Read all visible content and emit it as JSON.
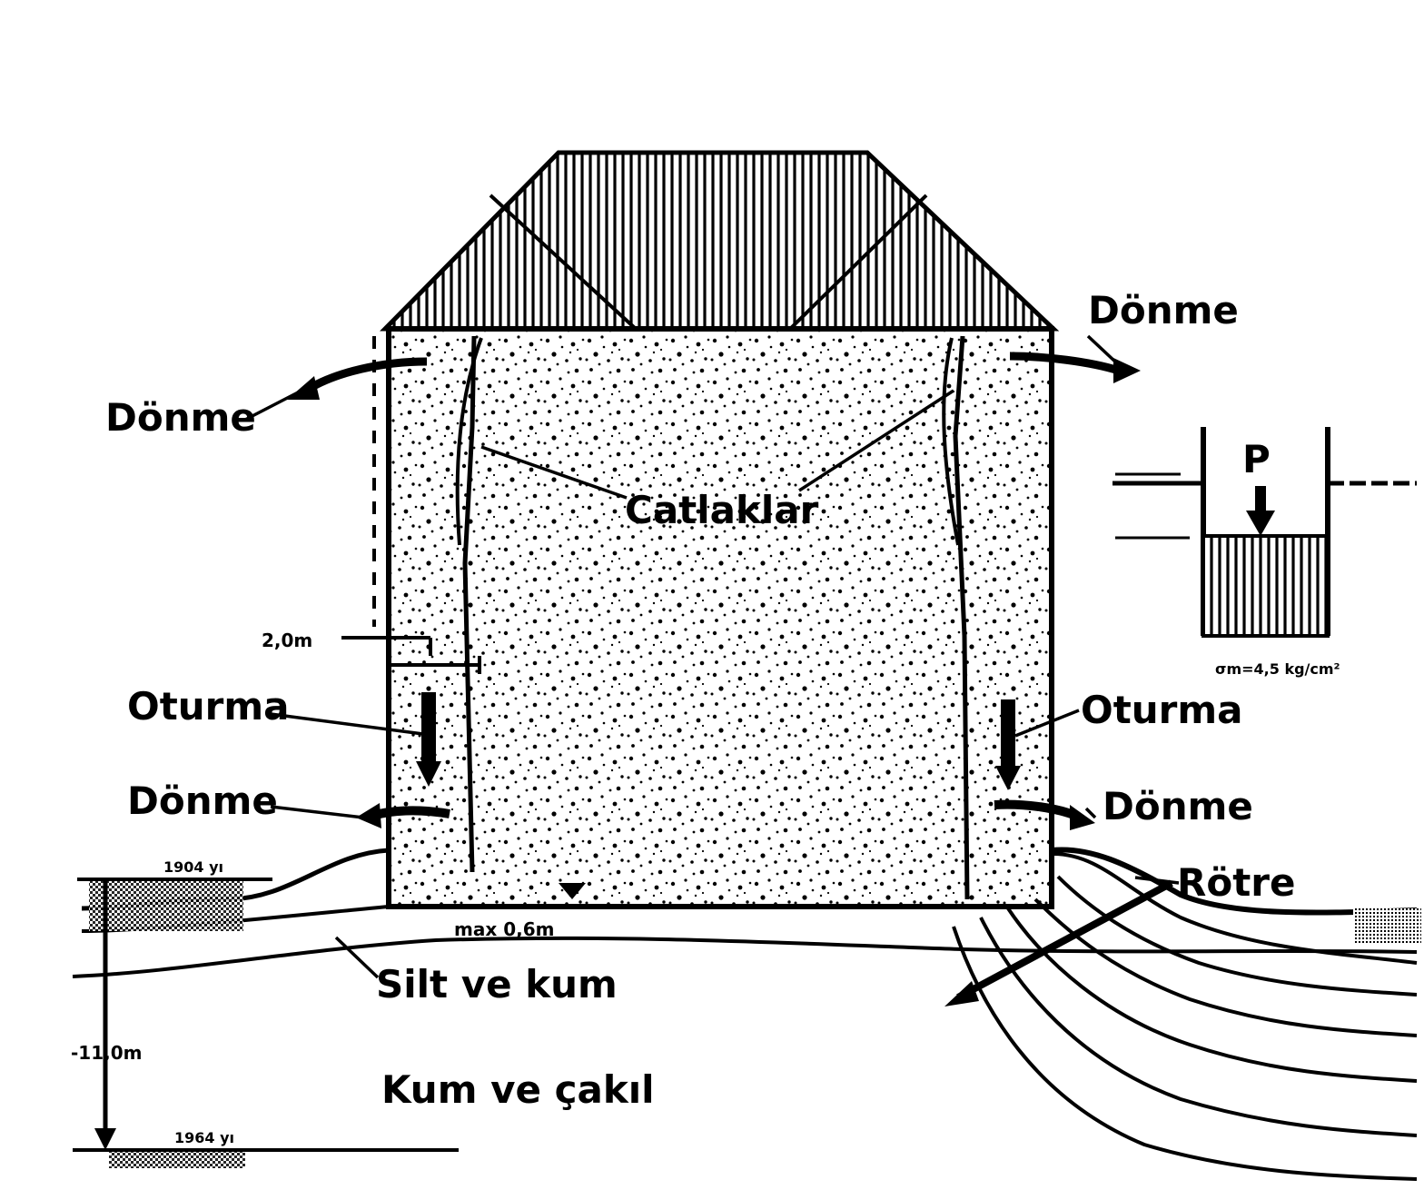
{
  "labels": {
    "donme_top_right": "Dönme",
    "donme_top_left": "Dönme",
    "catlaklar": "Catlaklar",
    "dim_2m": "2,0m",
    "oturma_left": "Oturma",
    "oturma_right": "Oturma",
    "donme_bottom_left": "Dönme",
    "donme_bottom_right": "Dönme",
    "rotre": "Rötre",
    "level_1904": "1904 yı",
    "max_depth": "max 0,6m",
    "silt_ve_kum": "Silt ve kum",
    "depth_11m": "-11,0m",
    "kum_ve_cakil": "Kum ve çakıl",
    "level_1964": "1964 yı",
    "load_p": "P",
    "inset_stress": "σm=4,5 kg/cm²"
  },
  "colors": {
    "ink": "#000000",
    "paper": "#ffffff"
  }
}
